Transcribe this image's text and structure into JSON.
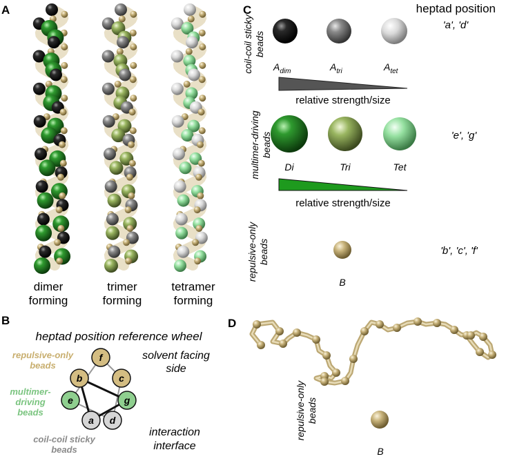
{
  "panels": {
    "A": "A",
    "B": "B",
    "C": "C",
    "D": "D"
  },
  "panel_a": {
    "labels": [
      [
        "dimer",
        "forming"
      ],
      [
        "trimer",
        "forming"
      ],
      [
        "tetramer",
        "forming"
      ]
    ]
  },
  "panel_b": {
    "title": "heptad position reference wheel",
    "solvent": [
      "solvent facing",
      "side"
    ],
    "interface": [
      "interaction",
      "interface"
    ],
    "repulsive_label": [
      "repulsive-only",
      "beads"
    ],
    "multimer_label": [
      "multimer-",
      "driving",
      "beads"
    ],
    "sticky_label": [
      "coil-coil sticky",
      "beads"
    ],
    "positions": [
      "f",
      "c",
      "g",
      "d",
      "a",
      "e",
      "b"
    ]
  },
  "panel_c": {
    "header": "heptad position",
    "row1": {
      "side_label": [
        "coil-coil sticky",
        "beads"
      ],
      "beads": [
        "A",
        "A",
        "A"
      ],
      "subs": [
        "dim",
        "tri",
        "tet"
      ],
      "heptad": "'a', 'd'",
      "scale": "relative strength/size"
    },
    "row2": {
      "side_label": [
        "multimer-driving",
        "beads"
      ],
      "beads": [
        "Di",
        "Tri",
        "Tet"
      ],
      "heptad": "'e', 'g'",
      "scale": "relative strength/size"
    },
    "row3": {
      "side_label": [
        "repulsive-only",
        "beads"
      ],
      "bead": "B",
      "heptad": "'b', 'c', 'f'"
    }
  },
  "panel_d": {
    "side_label": [
      "repulsive-only",
      "beads"
    ],
    "bead": "B"
  },
  "colors": {
    "black_bead": "#1a1a1a",
    "grey_bead": "#777777",
    "white_bead": "#d8d8d8",
    "dark_green": "#2e8b2e",
    "olive_green": "#8cab55",
    "light_green": "#8fdc9a",
    "tan": "#c7b27a",
    "tan_text": "#c8ae6e",
    "green_text": "#7ac47f",
    "grey_text": "#8a8a8a",
    "wedge_grey": "#555555",
    "wedge_green": "#1e9a1e"
  }
}
